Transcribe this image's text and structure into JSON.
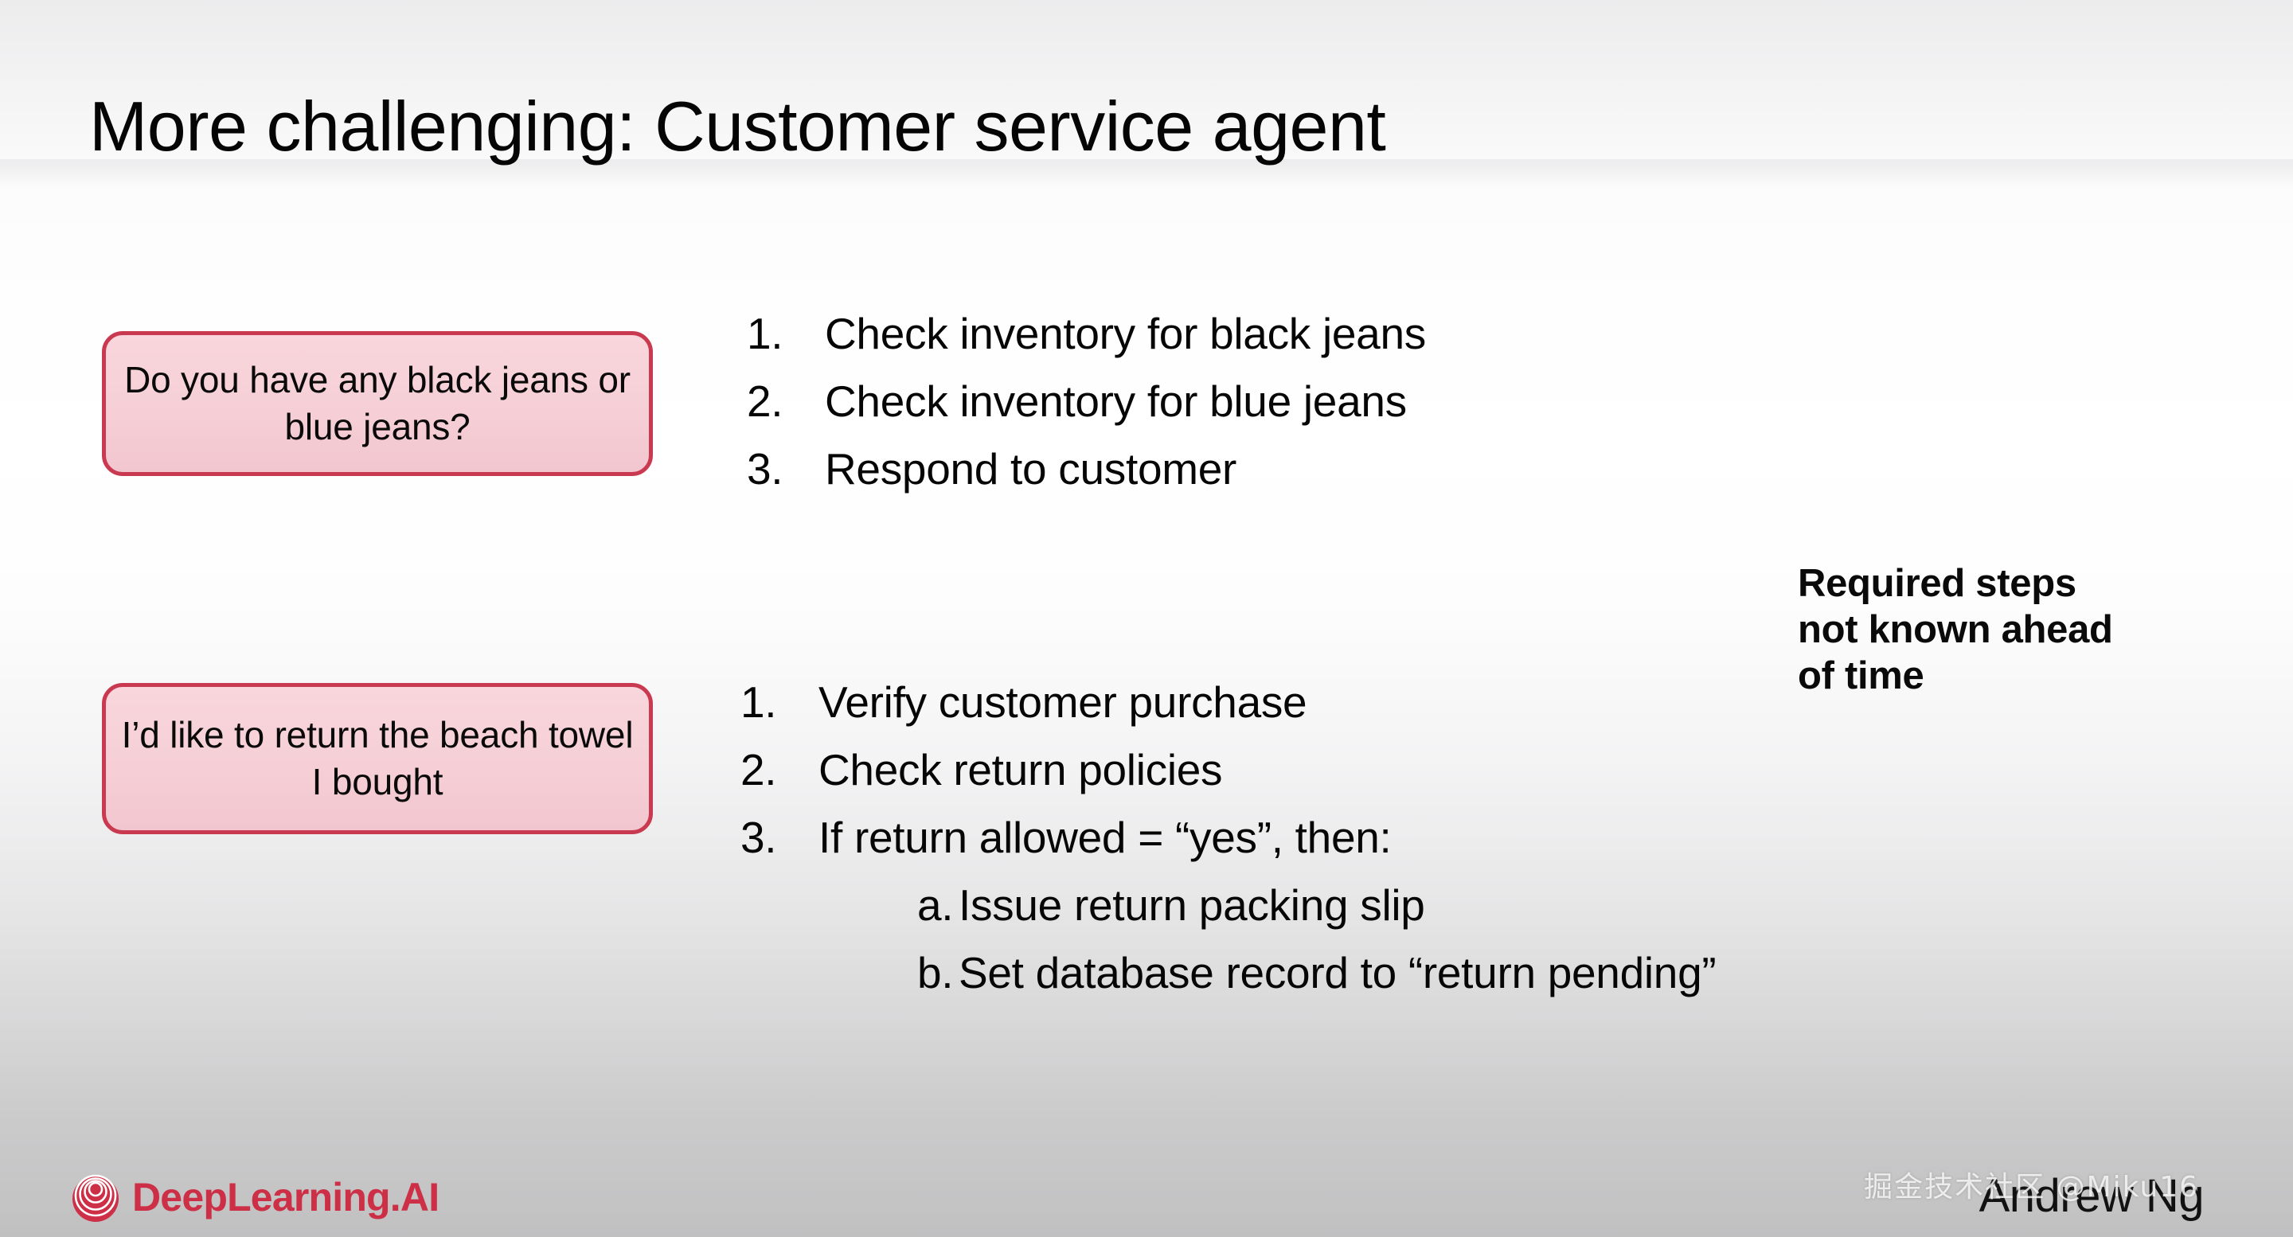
{
  "slide": {
    "title": "More challenging: Customer service agent"
  },
  "examples": [
    {
      "bubble": "Do you have any black jeans or blue jeans?",
      "steps": [
        {
          "num": "1.",
          "text": "Check inventory for black jeans"
        },
        {
          "num": "2.",
          "text": "Check inventory for blue jeans"
        },
        {
          "num": "3.",
          "text": "Respond to customer"
        }
      ]
    },
    {
      "bubble": "I’d like to return the beach towel I bought",
      "steps": [
        {
          "num": "1.",
          "text": "Verify customer purchase"
        },
        {
          "num": "2.",
          "text": "Check return policies"
        },
        {
          "num": "3.",
          "text": "If return allowed = “yes”, then:"
        }
      ],
      "substeps": [
        {
          "letter": "a.",
          "text": "Issue return packing slip"
        },
        {
          "letter": "b.",
          "text": "Set database record to “return pending”"
        }
      ]
    }
  ],
  "annotation": {
    "line1": "Required steps",
    "line2": "not known ahead",
    "line3": "of time"
  },
  "footer": {
    "brand": "DeepLearning.AI",
    "brand_icon": "deeplearning-spiral-logo",
    "speaker": "Andrew Ng",
    "watermark": "掘金技术社区 @Miku16"
  },
  "colors": {
    "bubble_fill": "#f6cfd6",
    "bubble_border": "#c93a51",
    "brand_red": "#cc2f46",
    "text": "#060606"
  }
}
